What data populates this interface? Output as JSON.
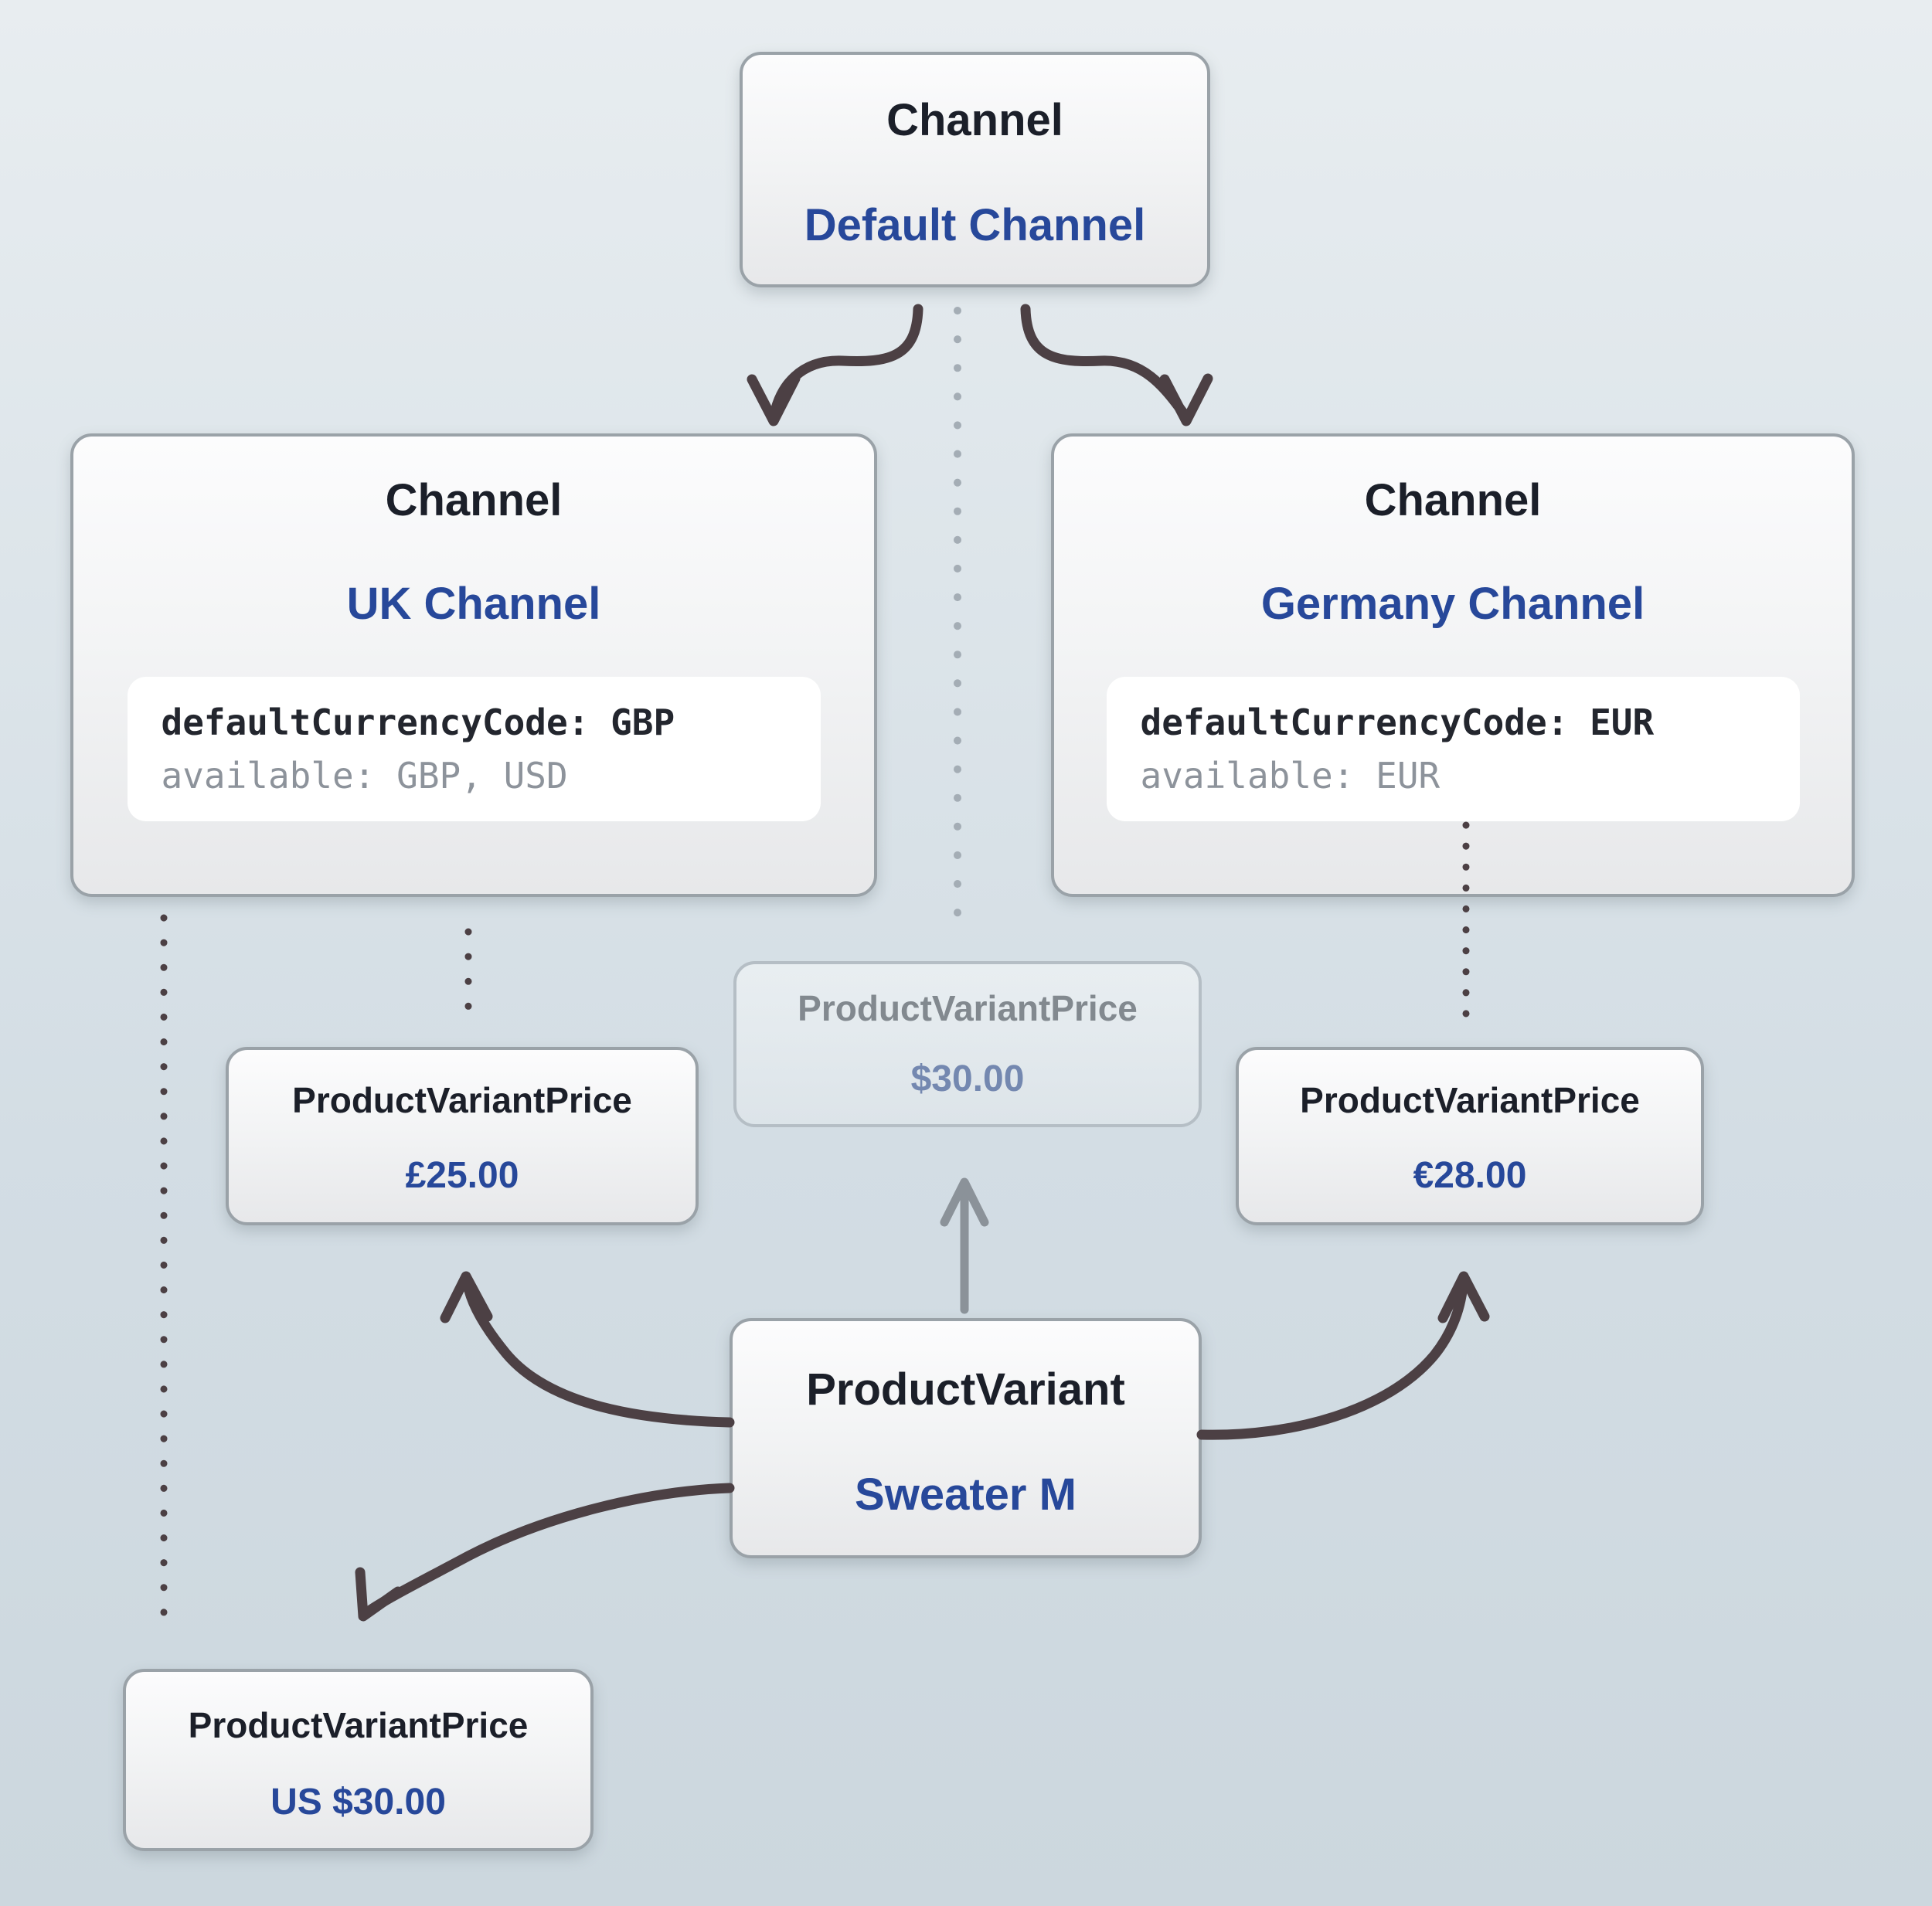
{
  "diagram": {
    "nodes": {
      "default_channel": {
        "type_label": "Channel",
        "name": "Default Channel"
      },
      "uk_channel": {
        "type_label": "Channel",
        "name": "UK Channel",
        "code_line_1": "defaultCurrencyCode: GBP",
        "code_line_2": "available: GBP, USD"
      },
      "germany_channel": {
        "type_label": "Channel",
        "name": "Germany Channel",
        "code_line_1": "defaultCurrencyCode: EUR",
        "code_line_2": "available: EUR"
      },
      "default_price": {
        "type_label": "ProductVariantPrice",
        "value": "$30.00"
      },
      "uk_price": {
        "type_label": "ProductVariantPrice",
        "value": "£25.00"
      },
      "germany_price": {
        "type_label": "ProductVariantPrice",
        "value": "€28.00"
      },
      "us_price": {
        "type_label": "ProductVariantPrice",
        "value": "US $30.00"
      },
      "product_variant": {
        "type_label": "ProductVariant",
        "name": "Sweater M"
      }
    },
    "colors": {
      "entity_type_text": "#1b1f29",
      "accent_blue": "#27489a",
      "code_text": "#23262e",
      "code_muted_text": "#8d939b",
      "faded_label_text": "#82898f",
      "faded_value_text": "#7488b0",
      "arrow_dark": "#4c4044",
      "arrow_gray": "#8b9299",
      "dot_light": "#a4adb5",
      "node_border": "#9aa2a8"
    }
  }
}
